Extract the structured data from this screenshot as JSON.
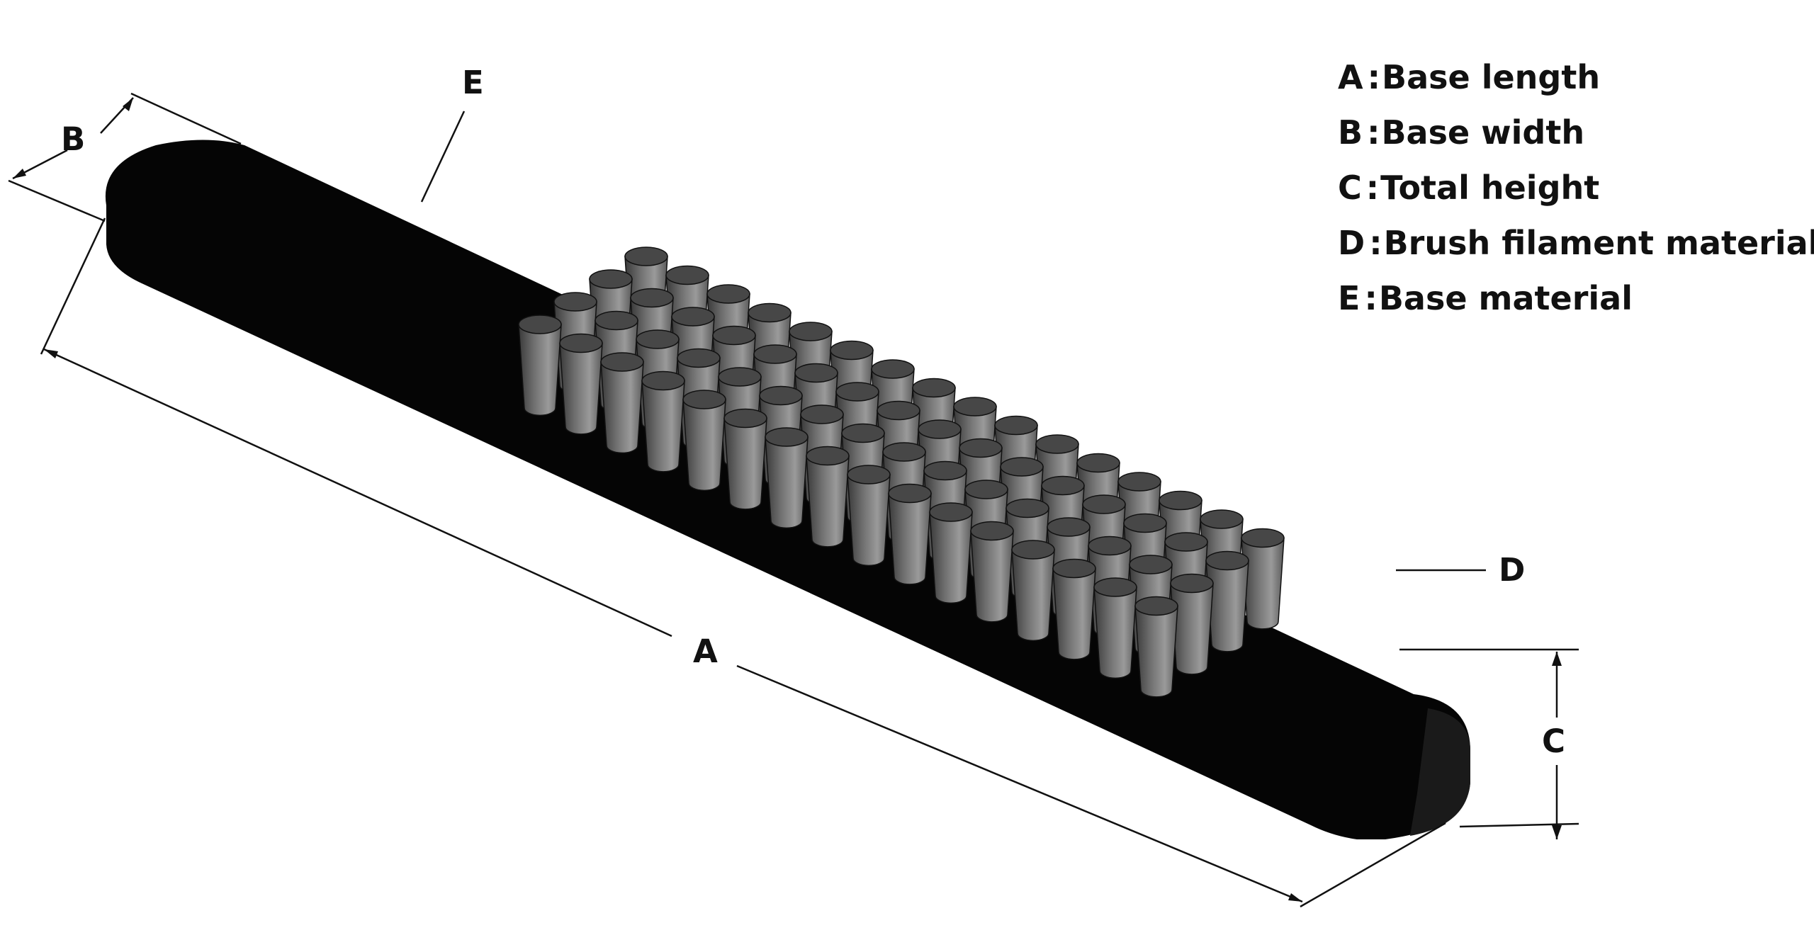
{
  "colors": {
    "base": "#050505",
    "bristle_light": "#8a8a8a",
    "bristle_dark": "#2c2c2c",
    "bristle_top": "#474747",
    "line": "#111111"
  },
  "dimensions": {
    "A": {
      "letter": "A"
    },
    "B": {
      "letter": "B"
    },
    "C": {
      "letter": "C"
    },
    "D": {
      "letter": "D"
    },
    "E": {
      "letter": "E"
    }
  },
  "legend": [
    {
      "key": "A",
      "label": "Base length"
    },
    {
      "key": "B",
      "label": "Base width"
    },
    {
      "key": "C",
      "label": "Total height"
    },
    {
      "key": "D",
      "label": "Brush filament material"
    },
    {
      "key": "E",
      "label": "Base material"
    }
  ]
}
